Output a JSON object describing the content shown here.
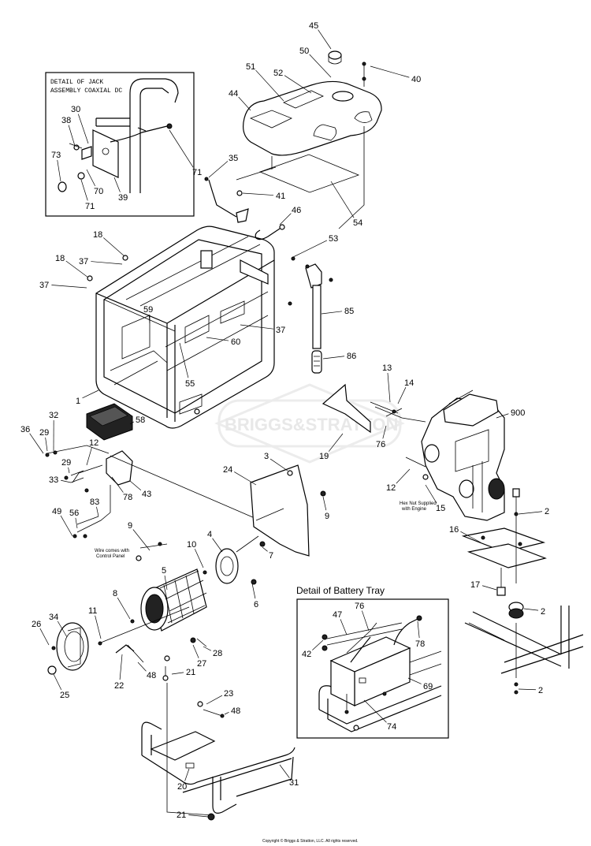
{
  "watermark": "BRIGGS&STRATTON",
  "copyright": "Copyright © Briggs & Stratton, LLC. All rights reserved.",
  "detail_jack": {
    "title_line1": "DETAIL OF JACK",
    "title_line2": "ASSEMBLY COAXIAL DC"
  },
  "detail_battery": {
    "title": "Detail of Battery Tray"
  },
  "notes": {
    "hex_nut_line1": "Hex Nut Supplied",
    "hex_nut_line2": "with Engine",
    "wire_line1": "Wire comes with",
    "wire_line2": "Control Panel"
  },
  "part_labels": [
    "45",
    "50",
    "51",
    "52",
    "44",
    "40",
    "30",
    "38",
    "73",
    "70",
    "71",
    "39",
    "71",
    "35",
    "41",
    "46",
    "54",
    "53",
    "18",
    "37",
    "18",
    "37",
    "59",
    "60",
    "37",
    "85",
    "86",
    "55",
    "1",
    "58",
    "36",
    "32",
    "29",
    "12",
    "29",
    "33",
    "78",
    "43",
    "83",
    "56",
    "49",
    "13",
    "14",
    "900",
    "76",
    "19",
    "12",
    "15",
    "24",
    "3",
    "9",
    "9",
    "10",
    "4",
    "5",
    "7",
    "6",
    "8",
    "11",
    "34",
    "26",
    "25",
    "22",
    "48",
    "27",
    "28",
    "21",
    "23",
    "48",
    "20",
    "31",
    "21",
    "16",
    "17",
    "2",
    "2",
    "2",
    "47",
    "76",
    "78",
    "42",
    "69",
    "74"
  ]
}
